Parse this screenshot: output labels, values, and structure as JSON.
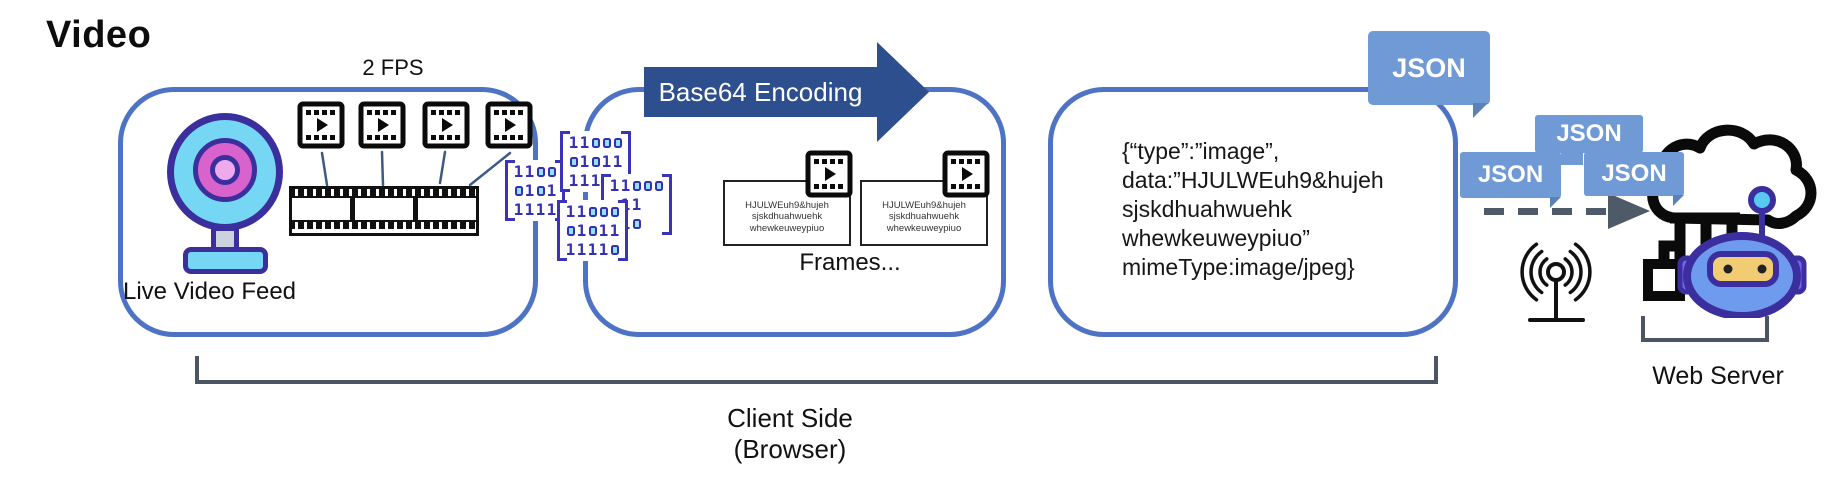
{
  "title": "Video",
  "client_box": {
    "label": "Live Video Feed",
    "fps_label": "2 FPS"
  },
  "encoding_arrow": {
    "label": "Base64 Encoding"
  },
  "frames_box": {
    "caption": "Frames...",
    "cards": [
      {
        "lines": [
          "HJULWEuh9&hujeh",
          "sjskdhuahwuehk",
          "whewkeuweypiuo"
        ]
      },
      {
        "lines": [
          "HJULWEuh9&hujeh",
          "sjskdhuahwuehk",
          "whewkeuweypiuo"
        ]
      }
    ]
  },
  "binary_matrices": [
    {
      "rows": [
        "1100",
        "0101",
        "1111"
      ]
    },
    {
      "rows": [
        "11000",
        "01011",
        "111"
      ]
    },
    {
      "rows": [
        "11000",
        "011",
        "110"
      ]
    },
    {
      "rows": [
        "11000",
        "01011",
        "11110"
      ]
    }
  ],
  "json_box": {
    "lines": [
      "{“type”:”image”,",
      "data:”HJULWEuh9&hujeh",
      "sjskdhuahwuehk",
      "whewkeuweypiuo”",
      "mimeType:image/jpeg}"
    ]
  },
  "json_chips": [
    "JSON",
    "JSON",
    "JSON",
    "JSON"
  ],
  "web_server": {
    "label": "Web Server"
  },
  "client_side": {
    "label_line1": "Client Side",
    "label_line2": "(Browser)"
  },
  "icons": {
    "webcam": "webcam-icon",
    "video_frame": "video-frame-icon",
    "film_strip": "film-strip-icon",
    "antenna": "radio-antenna-icon",
    "server": "cloud-server-robot-icon",
    "transfer": "dashed-arrow-icon"
  },
  "colors": {
    "box_border": "#4e73c4",
    "encoding_arrow": "#2d4f8e",
    "json_chip": "#6f9ad5",
    "binary_digit": "#3430b0",
    "binary_zero_fill": "#8fe2f8",
    "bracket": "#4b5563"
  }
}
